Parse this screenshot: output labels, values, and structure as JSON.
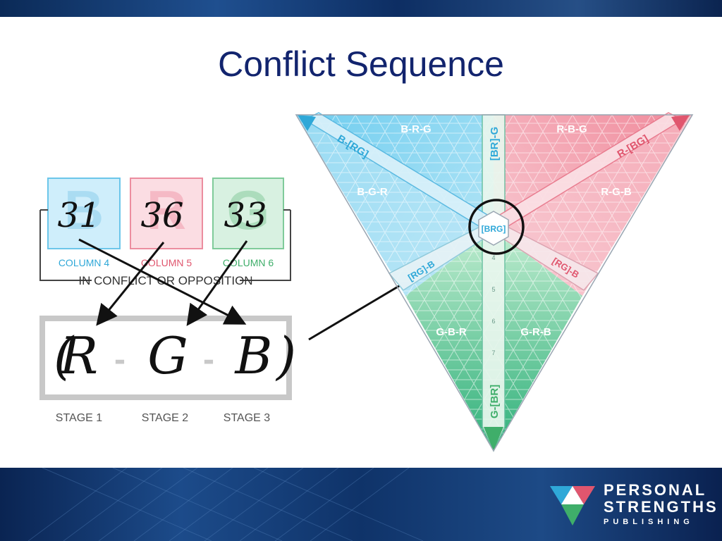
{
  "title": "Conflict Sequence",
  "columns": [
    {
      "score": "31",
      "label": "COLUMN 4",
      "letter": "B",
      "color": "#2fa8d8",
      "fill": "#cfeefb"
    },
    {
      "score": "36",
      "label": "COLUMN 5",
      "letter": "R",
      "color": "#e0566e",
      "fill": "#fbdde3"
    },
    {
      "score": "33",
      "label": "COLUMN 6",
      "letter": "G",
      "color": "#3fae6a",
      "fill": "#d8f1e1"
    }
  ],
  "bracket_label": "IN CONFLICT OR OPPOSITION",
  "sequence": {
    "open": "(",
    "r": "R",
    "g": "G",
    "b": "B",
    "close": ")",
    "dash": "-"
  },
  "stages": [
    "STAGE 1",
    "STAGE 2",
    "STAGE 3"
  ],
  "triangle": {
    "regions": {
      "brg_top": "B-R-G",
      "rbg_top": "R-B-G",
      "bgr": "B-G-R",
      "rgb": "R-G-B",
      "gbr": "G-B-R",
      "grb": "G-R-B"
    },
    "arrows": {
      "b_rg": "B-[RG]",
      "r_bg": "R-[BG]",
      "br_g": "[BR]-G",
      "g_br": "G-[BR]",
      "rg_b_left": "[RG]-B",
      "rg_b_right": "[RG]-B"
    },
    "center": "[BRG]",
    "scale": [
      "4",
      "5",
      "6",
      "7"
    ]
  },
  "brand": {
    "line1": "PERSONAL",
    "line2": "STRENGTHS",
    "line3": "PUBLISHING"
  },
  "colors": {
    "blue": "#2fa8d8",
    "red": "#e0566e",
    "green": "#3fae6a",
    "title": "#12246e"
  }
}
